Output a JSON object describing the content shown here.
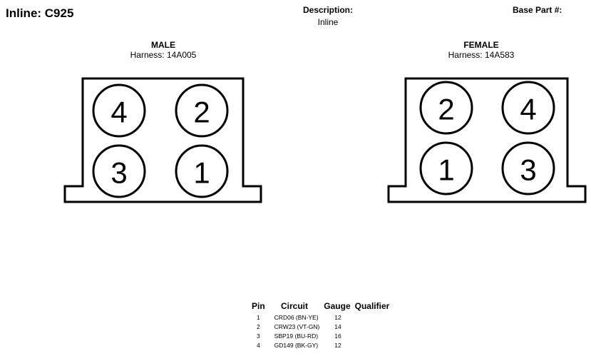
{
  "header": {
    "title": "Inline: C925",
    "description_label": "Description:",
    "description_value": "Inline",
    "base_part_label": "Base Part #:"
  },
  "male": {
    "title": "MALE",
    "harness": "Harness: 14A005",
    "pins": [
      "4",
      "2",
      "3",
      "1"
    ]
  },
  "female": {
    "title": "FEMALE",
    "harness": "Harness: 14A583",
    "pins": [
      "2",
      "4",
      "1",
      "3"
    ]
  },
  "pin_table": {
    "headers": [
      "Pin",
      "Circuit",
      "Gauge",
      "Qualifier"
    ],
    "rows": [
      {
        "pin": "1",
        "circuit": "CRD06 (BN-YE)",
        "gauge": "12",
        "qualifier": ""
      },
      {
        "pin": "2",
        "circuit": "CRW23 (VT-GN)",
        "gauge": "14",
        "qualifier": ""
      },
      {
        "pin": "3",
        "circuit": "SBP19 (BU-RD)",
        "gauge": "16",
        "qualifier": ""
      },
      {
        "pin": "4",
        "circuit": "GD149 (BK-GY)",
        "gauge": "12",
        "qualifier": ""
      }
    ]
  }
}
